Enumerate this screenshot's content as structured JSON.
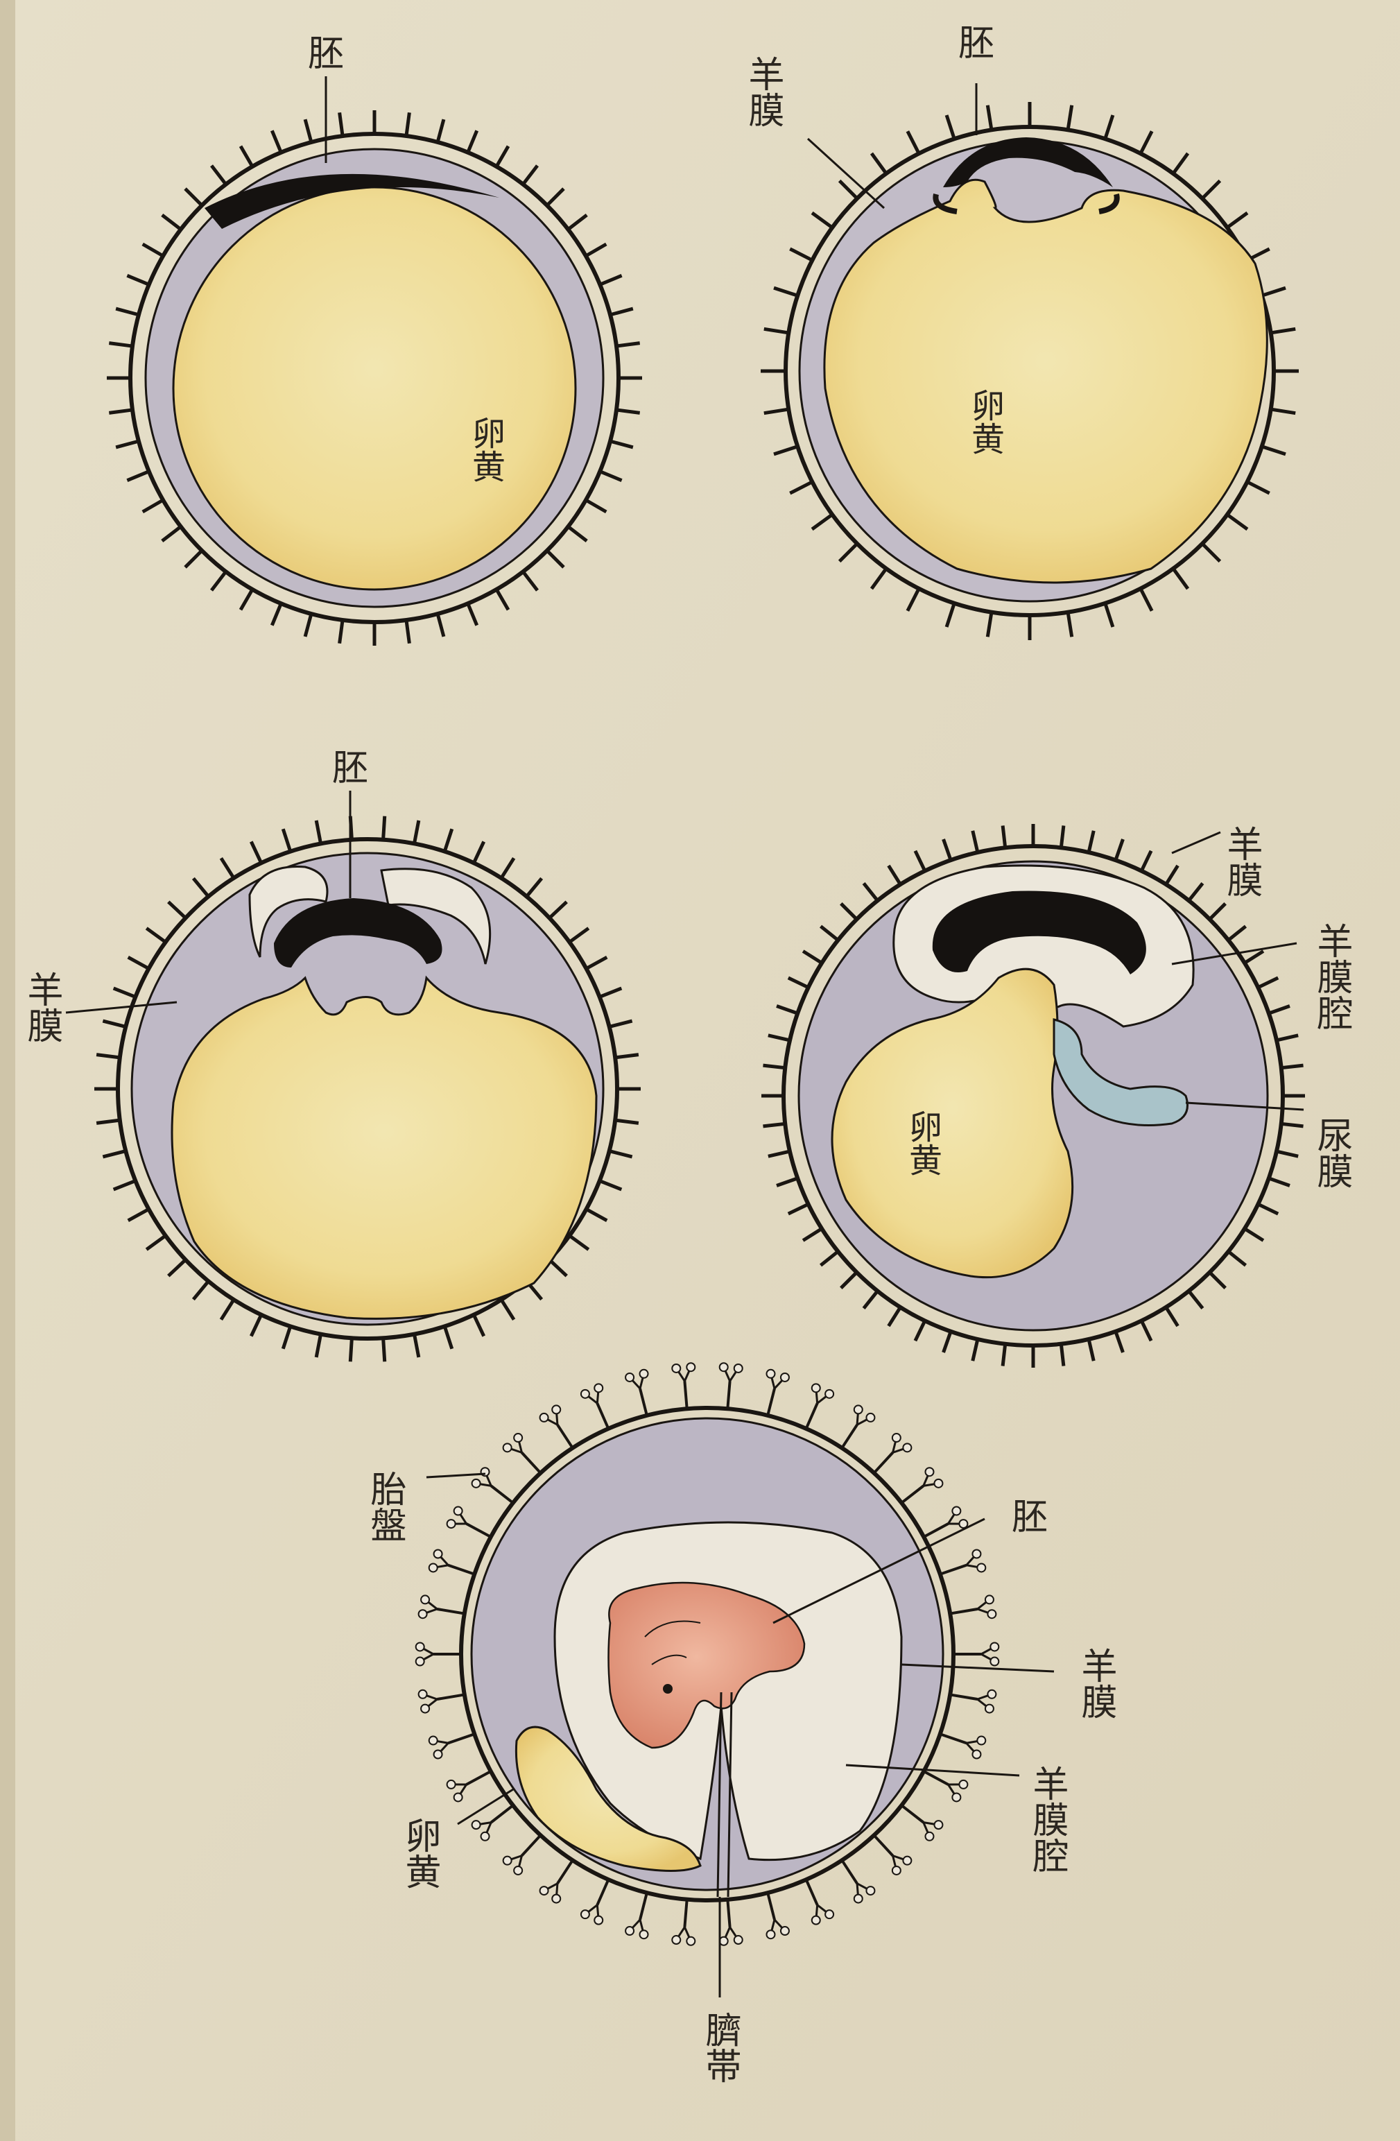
{
  "colors": {
    "paper": "#e3dcc6",
    "yolk": "#efdd97",
    "yolk_edge": "#e3c56c",
    "membrane": "#bbb5c2",
    "amnion_cavity": "#ece7db",
    "embryo_dark": "#151210",
    "allantois": "#a8c2c9",
    "embryo_pink": "#e8a48c",
    "ink": "#1a1612"
  },
  "figures": [
    {
      "labels": {
        "embryo": "胚",
        "yolk": "卵黄"
      }
    },
    {
      "labels": {
        "embryo": "胚",
        "amnion": "羊膜",
        "yolk": "卵黄"
      }
    },
    {
      "labels": {
        "embryo": "胚",
        "amnion": "羊膜"
      }
    },
    {
      "labels": {
        "amnion": "羊膜",
        "amniotic_cavity": "羊膜腔",
        "allantois": "尿膜",
        "yolk": "卵黄"
      }
    },
    {
      "labels": {
        "placenta": "胎盤",
        "embryo": "胚",
        "amnion": "羊膜",
        "amniotic_cavity": "羊膜腔",
        "yolk": "卵黄",
        "umbilical_cord": "臍帯"
      }
    }
  ]
}
